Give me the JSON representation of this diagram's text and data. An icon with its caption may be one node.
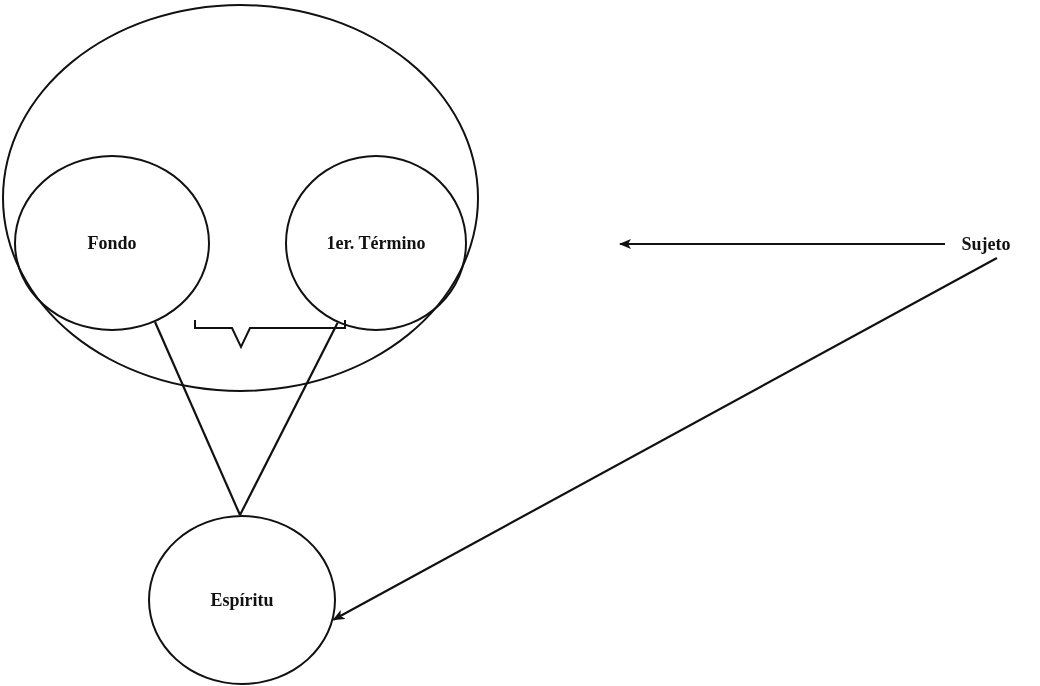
{
  "diagram": {
    "nodes": [
      {
        "text": [],
        "shape": "circle"
      },
      {
        "text": [
          "Fondo"
        ],
        "in": 0
      },
      {
        "text": [
          "1er. Término"
        ],
        "in": 0
      },
      {
        "text": [
          "Espíritu"
        ]
      },
      {
        "text": [
          "Sujeto"
        ]
      }
    ],
    "edges": [
      {
        "from": 4,
        "to": null,
        "arrow": "to"
      },
      {
        "from": 4,
        "to": 3,
        "arrow": "to"
      },
      {
        "from": 1,
        "to": 3,
        "arrow": "none"
      },
      {
        "from": 2,
        "to": 3,
        "arrow": "none"
      }
    ]
  }
}
